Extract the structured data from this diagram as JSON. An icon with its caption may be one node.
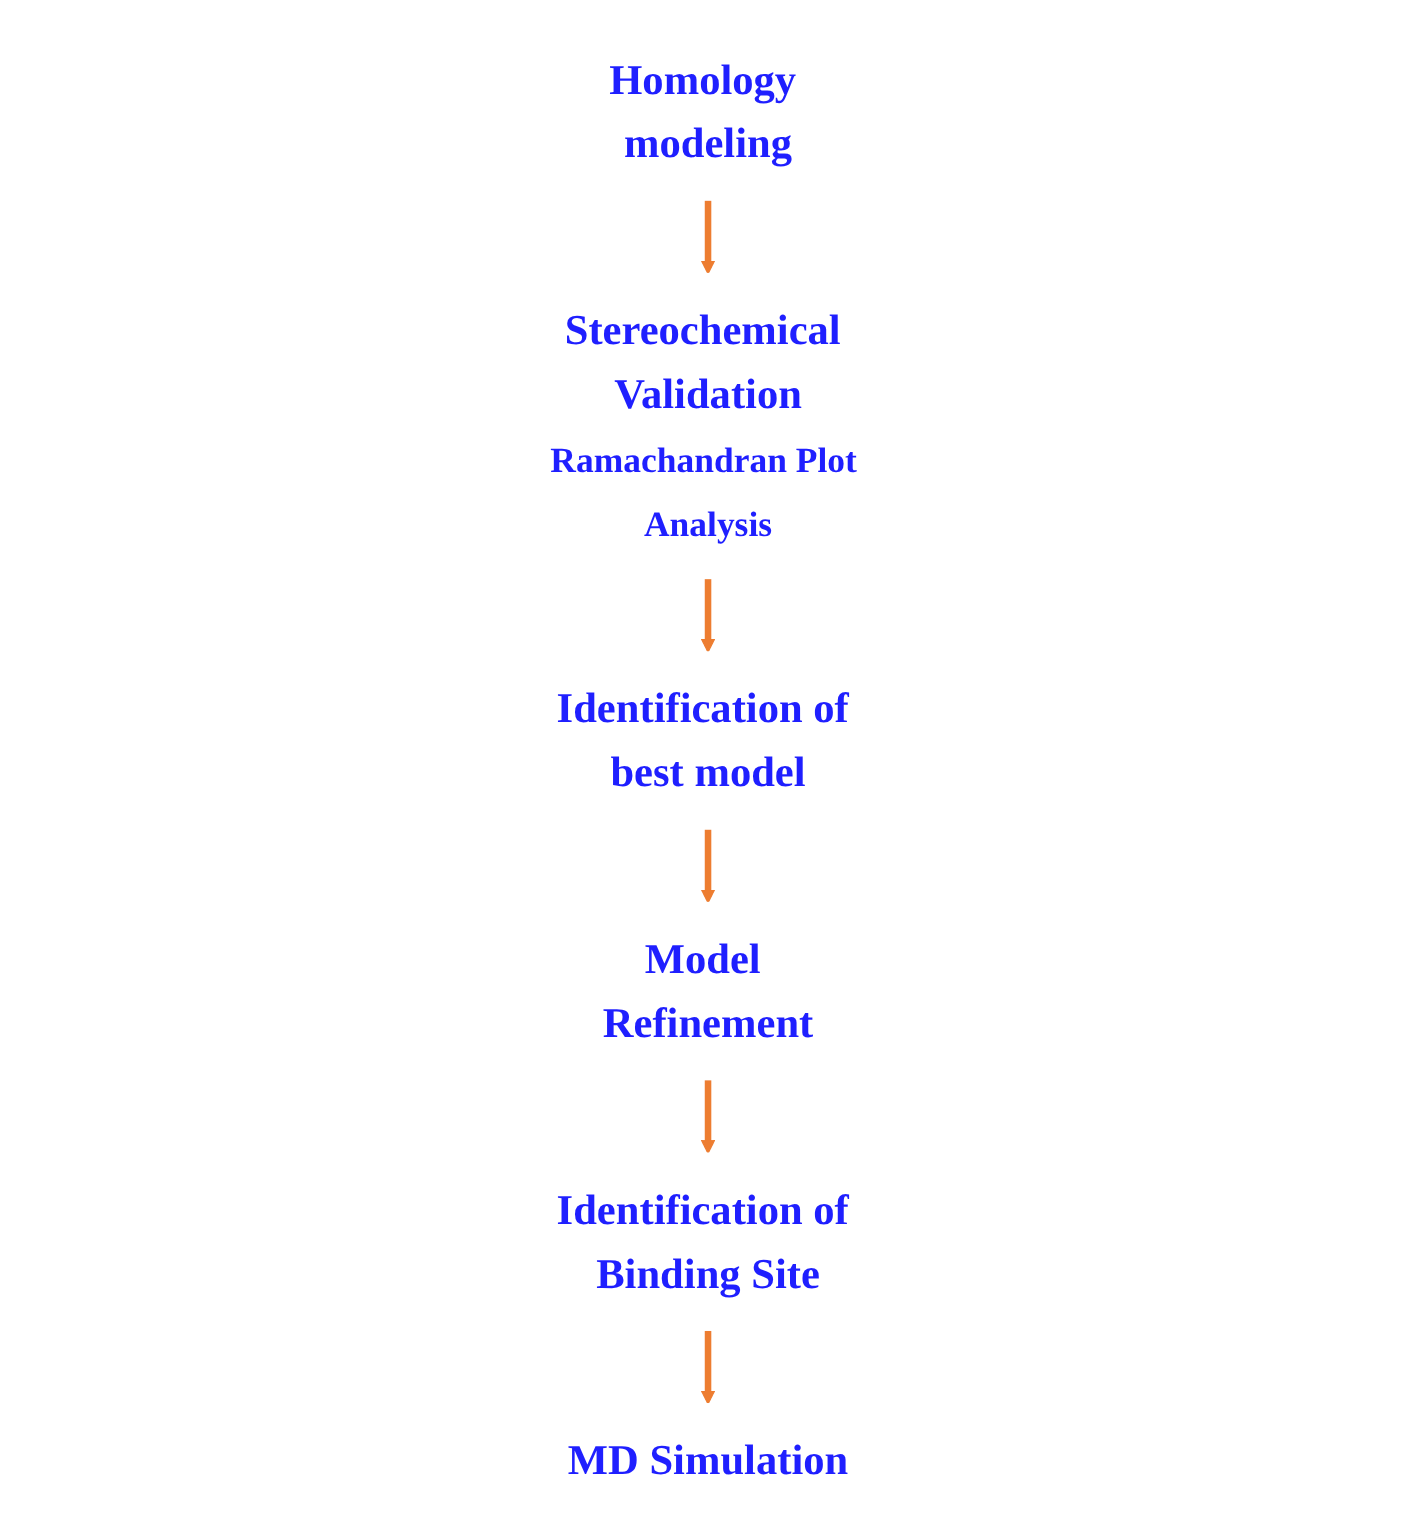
{
  "diagram": {
    "nodes": [
      {
        "text": [
          "Homology modeling"
        ]
      },
      {
        "text": [
          "Stereochemical Validation",
          "Ramachandran Plot Analysis"
        ]
      },
      {
        "text": [
          "Identification of best model"
        ]
      },
      {
        "text": [
          "Model Refinement"
        ]
      },
      {
        "text": [
          "Identification of Binding Site"
        ]
      },
      {
        "text": [
          "MD Simulation"
        ]
      }
    ],
    "edges": [
      {
        "from": 0,
        "to": 1,
        "arrow": "to"
      },
      {
        "from": 1,
        "to": 2,
        "arrow": "to"
      },
      {
        "from": 2,
        "to": 3,
        "arrow": "to"
      },
      {
        "from": 3,
        "to": 4,
        "arrow": "to"
      },
      {
        "from": 4,
        "to": 5,
        "arrow": "to"
      }
    ]
  }
}
